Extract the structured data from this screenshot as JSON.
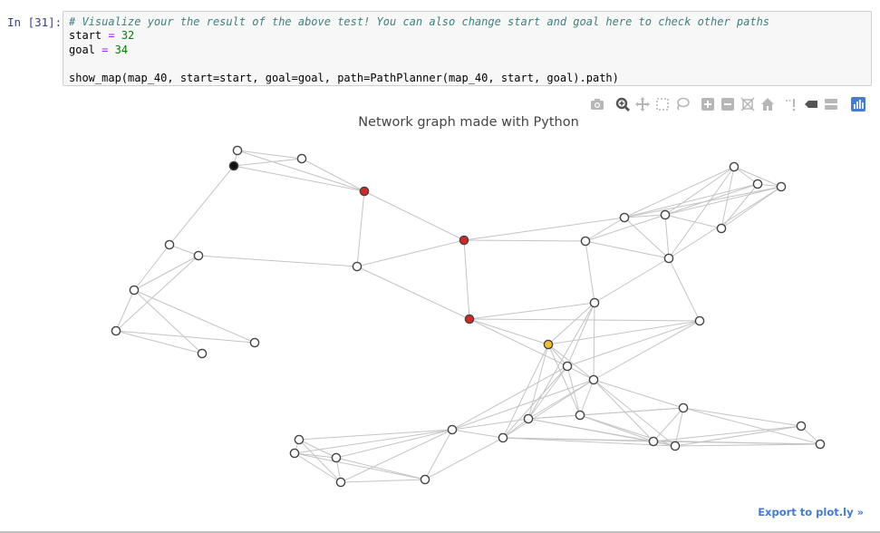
{
  "cell": {
    "prompt": "In [31]:",
    "code": {
      "comment": "# Visualize your the result of the above test! You can also change start and goal here to check other paths",
      "start_var": "start",
      "start_eq": " = ",
      "start_val": "32",
      "goal_var": "goal",
      "goal_eq": " = ",
      "goal_val": "34",
      "call": "show_map(map_40, start=start, goal=goal, path=PathPlanner(map_40, start, goal).path)"
    }
  },
  "plot": {
    "title": "Network graph made with Python",
    "export_label": "Export to plot.ly »",
    "colors": {
      "edge": "#c4c4c4",
      "node_fill": "#ffffff",
      "node_stroke": "#444444",
      "path_node": "#d62728",
      "start_node": "#111111",
      "goal_node": "#f2c12e",
      "modebar_icon": "#b7b7b7",
      "modebar_logo": "#447adb"
    },
    "modebar": [
      {
        "name": "camera-icon",
        "title": "Download plot as a png"
      },
      {
        "name": "zoom-icon",
        "title": "Zoom"
      },
      {
        "name": "pan-icon",
        "title": "Pan"
      },
      {
        "name": "box-select-icon",
        "title": "Box Select"
      },
      {
        "name": "lasso-select-icon",
        "title": "Lasso Select"
      },
      {
        "name": "zoom-in-icon",
        "title": "Zoom in"
      },
      {
        "name": "zoom-out-icon",
        "title": "Zoom out"
      },
      {
        "name": "autoscale-icon",
        "title": "Autoscale"
      },
      {
        "name": "reset-axes-icon",
        "title": "Reset axes"
      },
      {
        "name": "spike-lines-icon",
        "title": "Toggle Spike Lines"
      },
      {
        "name": "hover-closest-icon",
        "title": "Show closest data on hover"
      },
      {
        "name": "hover-compare-icon",
        "title": "Compare data on hover"
      },
      {
        "name": "plotly-logo-icon",
        "title": "Produced with Plotly"
      }
    ]
  }
}
